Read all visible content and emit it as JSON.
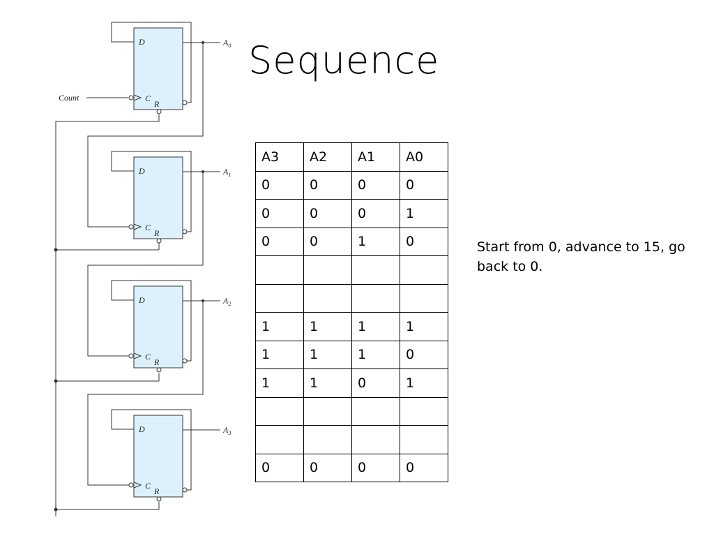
{
  "title": "Sequence",
  "circuit": {
    "input_label": "Count",
    "d_label": "D",
    "c_label": "C",
    "r_label": "R",
    "outputs": [
      {
        "name": "A",
        "sub": "0"
      },
      {
        "name": "A",
        "sub": "1"
      },
      {
        "name": "A",
        "sub": "2"
      },
      {
        "name": "A",
        "sub": "3"
      }
    ]
  },
  "table": {
    "headers": [
      "A3",
      "A2",
      "A1",
      "A0"
    ],
    "rows": [
      [
        "0",
        "0",
        "0",
        "0"
      ],
      [
        "0",
        "0",
        "0",
        "1"
      ],
      [
        "0",
        "0",
        "1",
        "0"
      ],
      [
        "",
        "",
        "",
        ""
      ],
      [
        "",
        "",
        "",
        ""
      ],
      [
        "1",
        "1",
        "1",
        "1"
      ],
      [
        "1",
        "1",
        "1",
        "0"
      ],
      [
        "1",
        "1",
        "0",
        "1"
      ],
      [
        "",
        "",
        "",
        ""
      ],
      [
        "",
        "",
        "",
        ""
      ],
      [
        "0",
        "0",
        "0",
        "0"
      ]
    ]
  },
  "note": "Start from 0, advance to 15, go back to 0."
}
